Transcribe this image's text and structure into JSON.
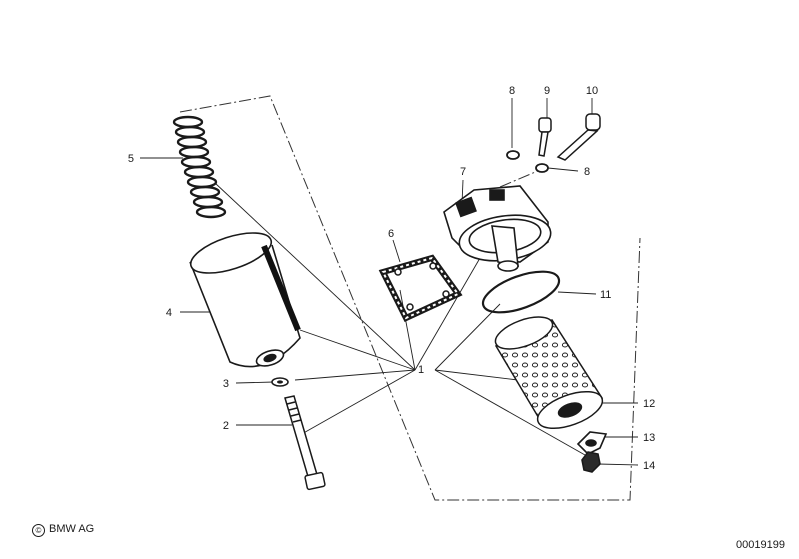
{
  "callouts": {
    "p1": "1",
    "p2": "2",
    "p3": "3",
    "p4": "4",
    "p5": "5",
    "p6": "6",
    "p7": "7",
    "p8a": "8",
    "p8b": "8",
    "p9": "9",
    "p10": "10",
    "p11": "11",
    "p12": "12",
    "p13": "13",
    "p14": "14"
  },
  "copyright": "BMW AG",
  "copyright_symbol": "©",
  "diagram_id": "00019199"
}
